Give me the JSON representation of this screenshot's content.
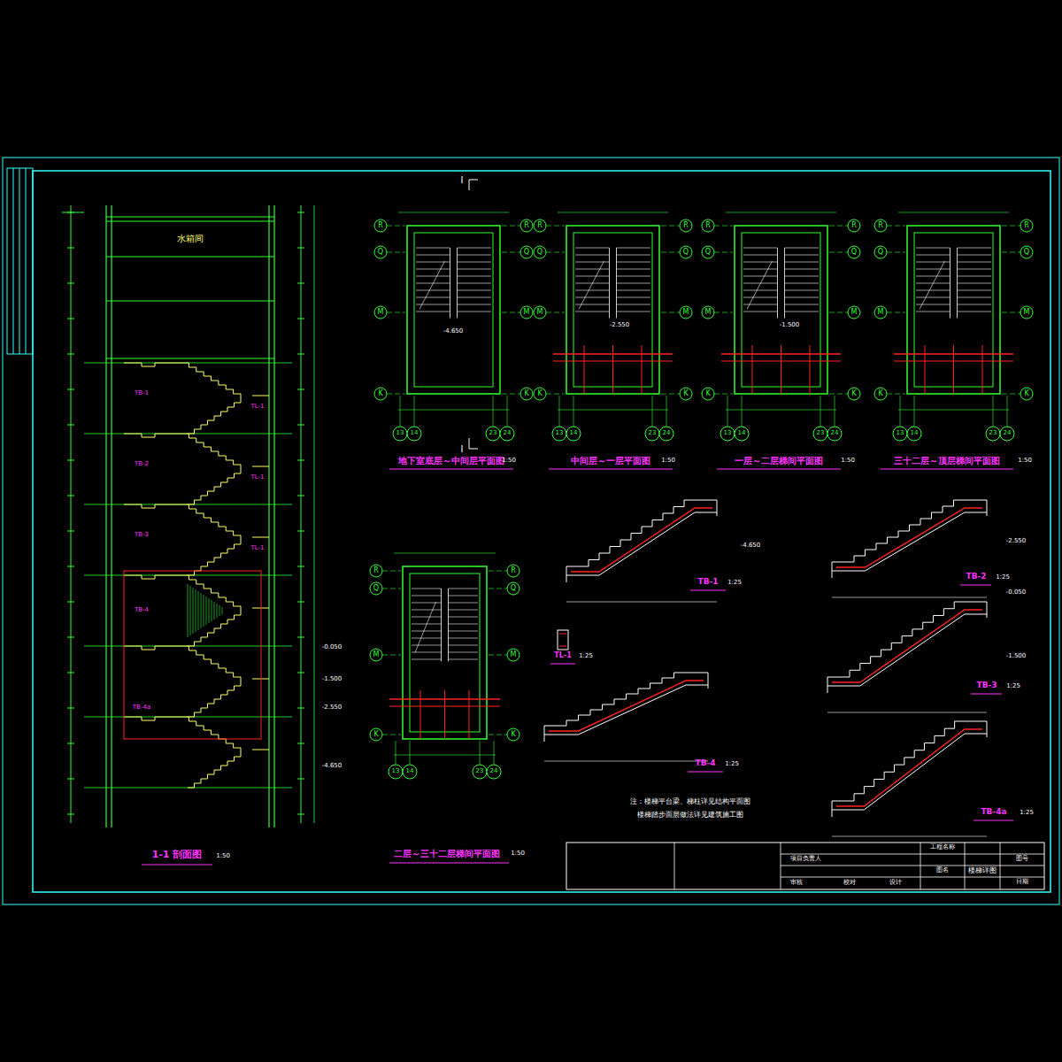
{
  "diagram": {
    "nodes": [
      {
        "text": [
          "水箱间"
        ]
      }
    ],
    "labels": [
      "1-1 剖面图",
      "1:50",
      "地下室底层～中间层平面图",
      "1:50",
      "中间层～一层平面图",
      "1:50",
      "一层～二层梯间平面图",
      "1:50",
      "三十二层～顶层梯间平面图",
      "1:50",
      "二层～三十二层梯间平面图",
      "1:50",
      "R",
      "Q",
      "M",
      "K",
      "R",
      "Q",
      "M",
      "K",
      "13",
      "14",
      "23",
      "24",
      "R",
      "Q",
      "M",
      "K",
      "R",
      "Q",
      "M",
      "K",
      "13",
      "14",
      "23",
      "24",
      "R",
      "Q",
      "M",
      "K",
      "R",
      "Q",
      "M",
      "K",
      "13",
      "14",
      "23",
      "24",
      "R",
      "Q",
      "M",
      "K",
      "R",
      "Q",
      "M",
      "K",
      "13",
      "14",
      "23",
      "24",
      "R",
      "Q",
      "M",
      "K",
      "R",
      "Q",
      "M",
      "K",
      "13",
      "14",
      "23",
      "24",
      "I",
      "I",
      "TB-1",
      "1:25",
      "TB-2",
      "1:25",
      "TB-3",
      "1:25",
      "TB-4",
      "1:25",
      "TB-4a",
      "1:25",
      "TL-1",
      "1:25",
      "-4.650",
      "-2.550",
      "-0.050",
      "-1.500",
      "-4.650",
      "-2.550",
      "-1.500",
      "TB-1",
      "TL-1",
      "TB-2",
      "TL-1",
      "TB-3",
      "TL-1",
      "TB-4",
      "TB-4a",
      "-0.050",
      "-1.500",
      "-2.550",
      "-4.650",
      "注：楼梯平台梁、梯柱详见结构平面图",
      "楼梯踏步面层做法详见建筑施工图",
      "审核",
      "校对",
      "设计",
      "工程名称",
      "图名",
      "楼梯详图",
      "图号",
      "日期",
      "项目负责人"
    ]
  }
}
